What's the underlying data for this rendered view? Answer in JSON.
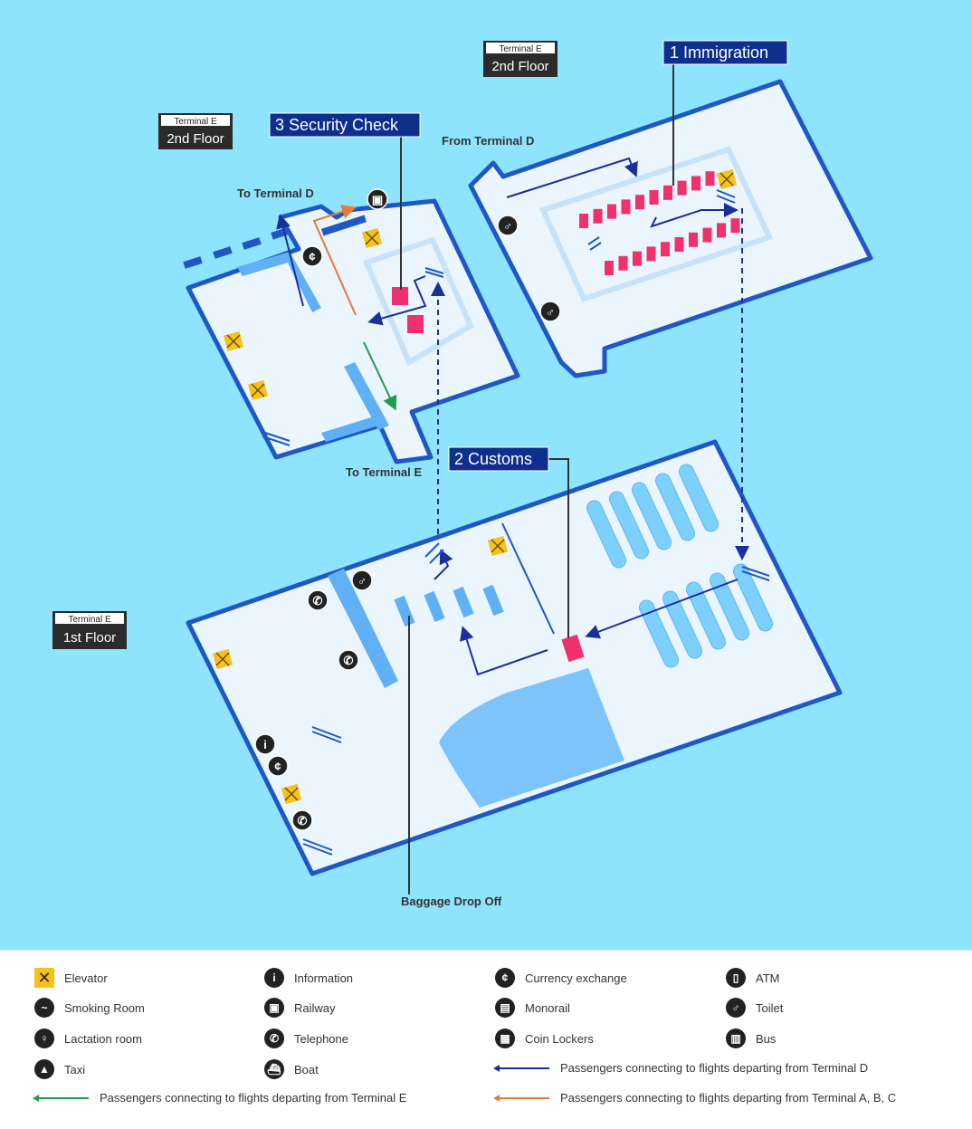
{
  "floor_tags": [
    {
      "terminal": "Terminal E",
      "floor": "2nd Floor"
    },
    {
      "terminal": "Terminal E",
      "floor": "2nd Floor"
    },
    {
      "terminal": "Terminal E",
      "floor": "1st Floor"
    }
  ],
  "steps": {
    "immigration": "1 Immigration",
    "customs": "2 Customs",
    "security": "3 Security Check"
  },
  "labels": {
    "from_terminal_d": "From Terminal D",
    "to_terminal_d": "To Terminal D",
    "to_terminal_e": "To Terminal E",
    "baggage_drop_off": "Baggage Drop Off"
  },
  "colors": {
    "background": "#8fe4fd",
    "floor": "#eaf5fd",
    "wall": "#1d58c4",
    "step_label": "#0e2f8c",
    "checkpoint": "#f0316e",
    "route_d": "#1b2f9c",
    "route_e": "#1f9a4e",
    "route_abc": "#e57a3e",
    "elevator": "#f5c21b"
  },
  "legend": {
    "items": [
      {
        "icon": "elevator-icon",
        "glyph": "✕",
        "label": "Elevator"
      },
      {
        "icon": "information-icon",
        "glyph": "i",
        "label": "Information"
      },
      {
        "icon": "currency-exchange-icon",
        "glyph": "¢",
        "label": "Currency exchange"
      },
      {
        "icon": "atm-icon",
        "glyph": "▯",
        "label": "ATM"
      },
      {
        "icon": "smoking-room-icon",
        "glyph": "~",
        "label": "Smoking Room"
      },
      {
        "icon": "railway-icon",
        "glyph": "▣",
        "label": "Railway"
      },
      {
        "icon": "monorail-icon",
        "glyph": "▤",
        "label": "Monorail"
      },
      {
        "icon": "toilet-icon",
        "glyph": "♂",
        "label": "Toilet"
      },
      {
        "icon": "lactation-room-icon",
        "glyph": "♀",
        "label": "Lactation room"
      },
      {
        "icon": "telephone-icon",
        "glyph": "✆",
        "label": "Telephone"
      },
      {
        "icon": "coin-lockers-icon",
        "glyph": "▦",
        "label": "Coin Lockers"
      },
      {
        "icon": "bus-icon",
        "glyph": "▥",
        "label": "Bus"
      },
      {
        "icon": "taxi-icon",
        "glyph": "▲",
        "label": "Taxi"
      },
      {
        "icon": "boat-icon",
        "glyph": "⛴",
        "label": "Boat"
      }
    ],
    "routes": [
      {
        "color": "#1b2f9c",
        "label": "Passengers connecting to flights departing from Terminal D"
      },
      {
        "color": "#1f9a4e",
        "label": "Passengers connecting to flights departing from Terminal E"
      },
      {
        "color": "#e57a3e",
        "label": "Passengers connecting to flights departing from Terminal A, B, C"
      }
    ]
  }
}
